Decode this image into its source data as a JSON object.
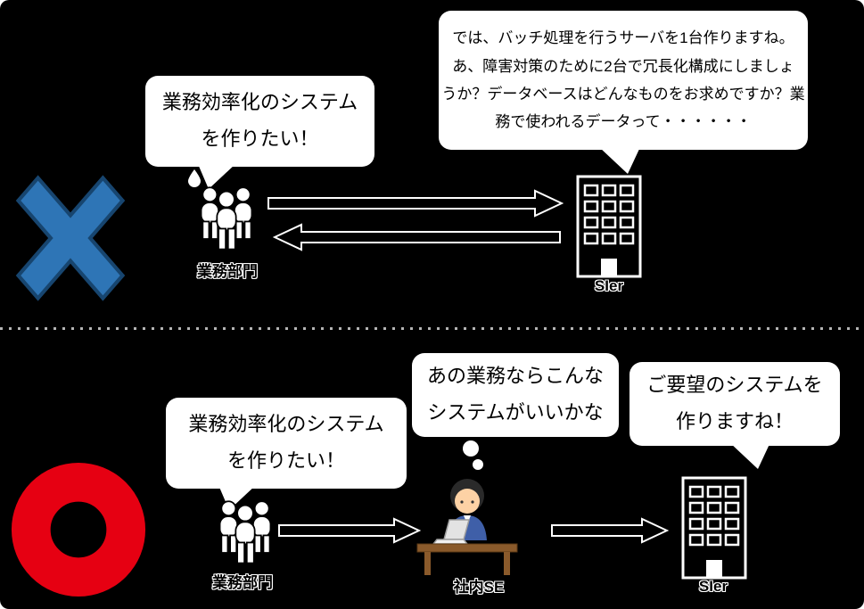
{
  "colors": {
    "background": "#000000",
    "x_mark": "#2e75b6",
    "x_mark_outline": "#17456f",
    "o_mark": "#e60012",
    "bubble_bg": "#ffffff",
    "bubble_text": "#000000",
    "icon_white": "#ffffff"
  },
  "top": {
    "mark": "x",
    "request_bubble": {
      "lines": [
        "業務効率化のシステム",
        "を作りたい！"
      ]
    },
    "sier_bubble": {
      "lines": [
        "では、バッチ処理を行うサーバを1台作りますね。",
        "あ、障害対策のために2台で冗長化構成にしましょ",
        "うか？データベースはどんなものをお求めですか？業",
        "務で使われるデータって・・・・・・"
      ]
    },
    "people_label": "業務部門",
    "building_label": "SIer"
  },
  "bottom": {
    "mark": "o",
    "request_bubble": {
      "lines": [
        "業務効率化のシステム",
        "を作りたい！"
      ]
    },
    "thought_bubble": {
      "lines": [
        "あの業務ならこんな",
        "システムがいいかな"
      ]
    },
    "sier_bubble": {
      "lines": [
        "ご要望のシステムを",
        "作りますね！"
      ]
    },
    "people_label": "業務部門",
    "se_label": "社内SE",
    "building_label": "SIer"
  }
}
